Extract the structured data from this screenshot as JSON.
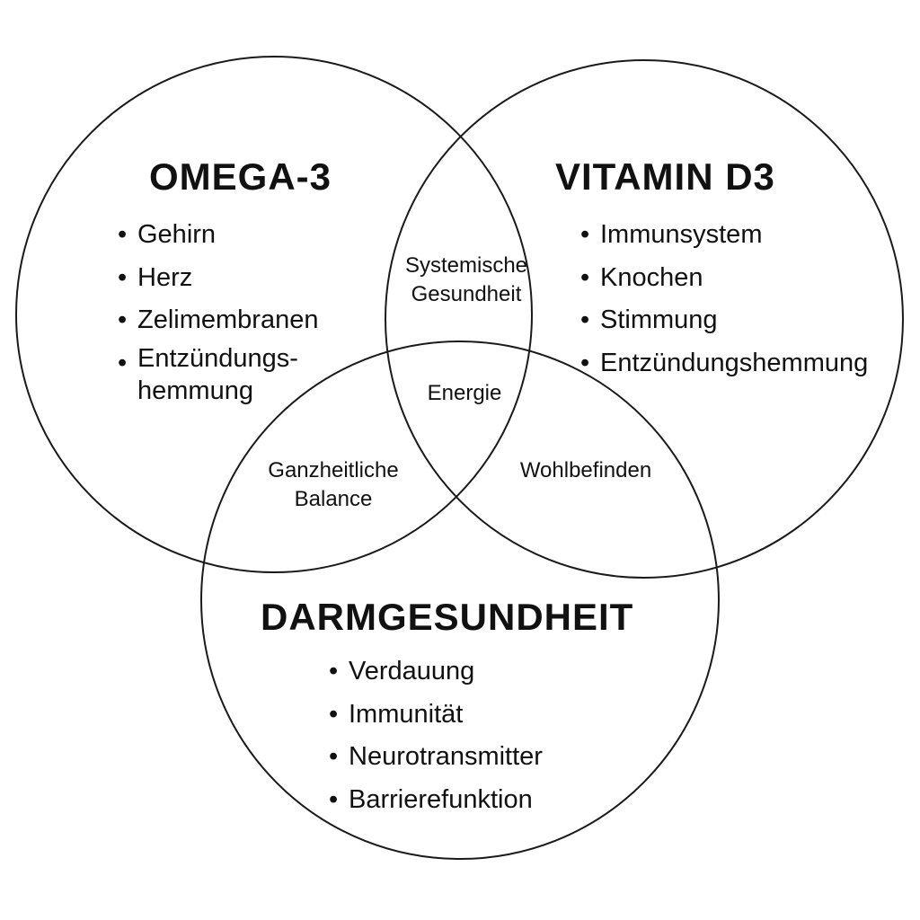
{
  "diagram": {
    "circles": [
      {
        "id": "omega3",
        "title": "OMEGA-3",
        "items": [
          "Gehirn",
          "Herz",
          "Zelimembranen",
          "Entzündungs-",
          "hemmung"
        ]
      },
      {
        "id": "vitamin-d3",
        "title": "VITAMIN D3",
        "items": [
          "Immunsystem",
          "Knochen",
          "Stimmung",
          "Entzündungshemmung"
        ]
      },
      {
        "id": "darmgesundheit",
        "title": "DARMGESUNDHEIT",
        "items": [
          "Verdauung",
          "Immunität",
          "Neurotransmitter",
          "Barrierefunktion"
        ]
      }
    ],
    "overlaps": {
      "omega_vitamin_line1": "Systemische",
      "omega_vitamin_line2": "Gesundheit",
      "center": "Energie",
      "omega_darm_line1": "Ganzheitliche",
      "omega_darm_line2": "Balance",
      "vitamin_darm": "Wohlbefinden"
    },
    "stroke_color": "#1a1a1a",
    "text_color": "#111111",
    "background_color": "#ffffff"
  }
}
